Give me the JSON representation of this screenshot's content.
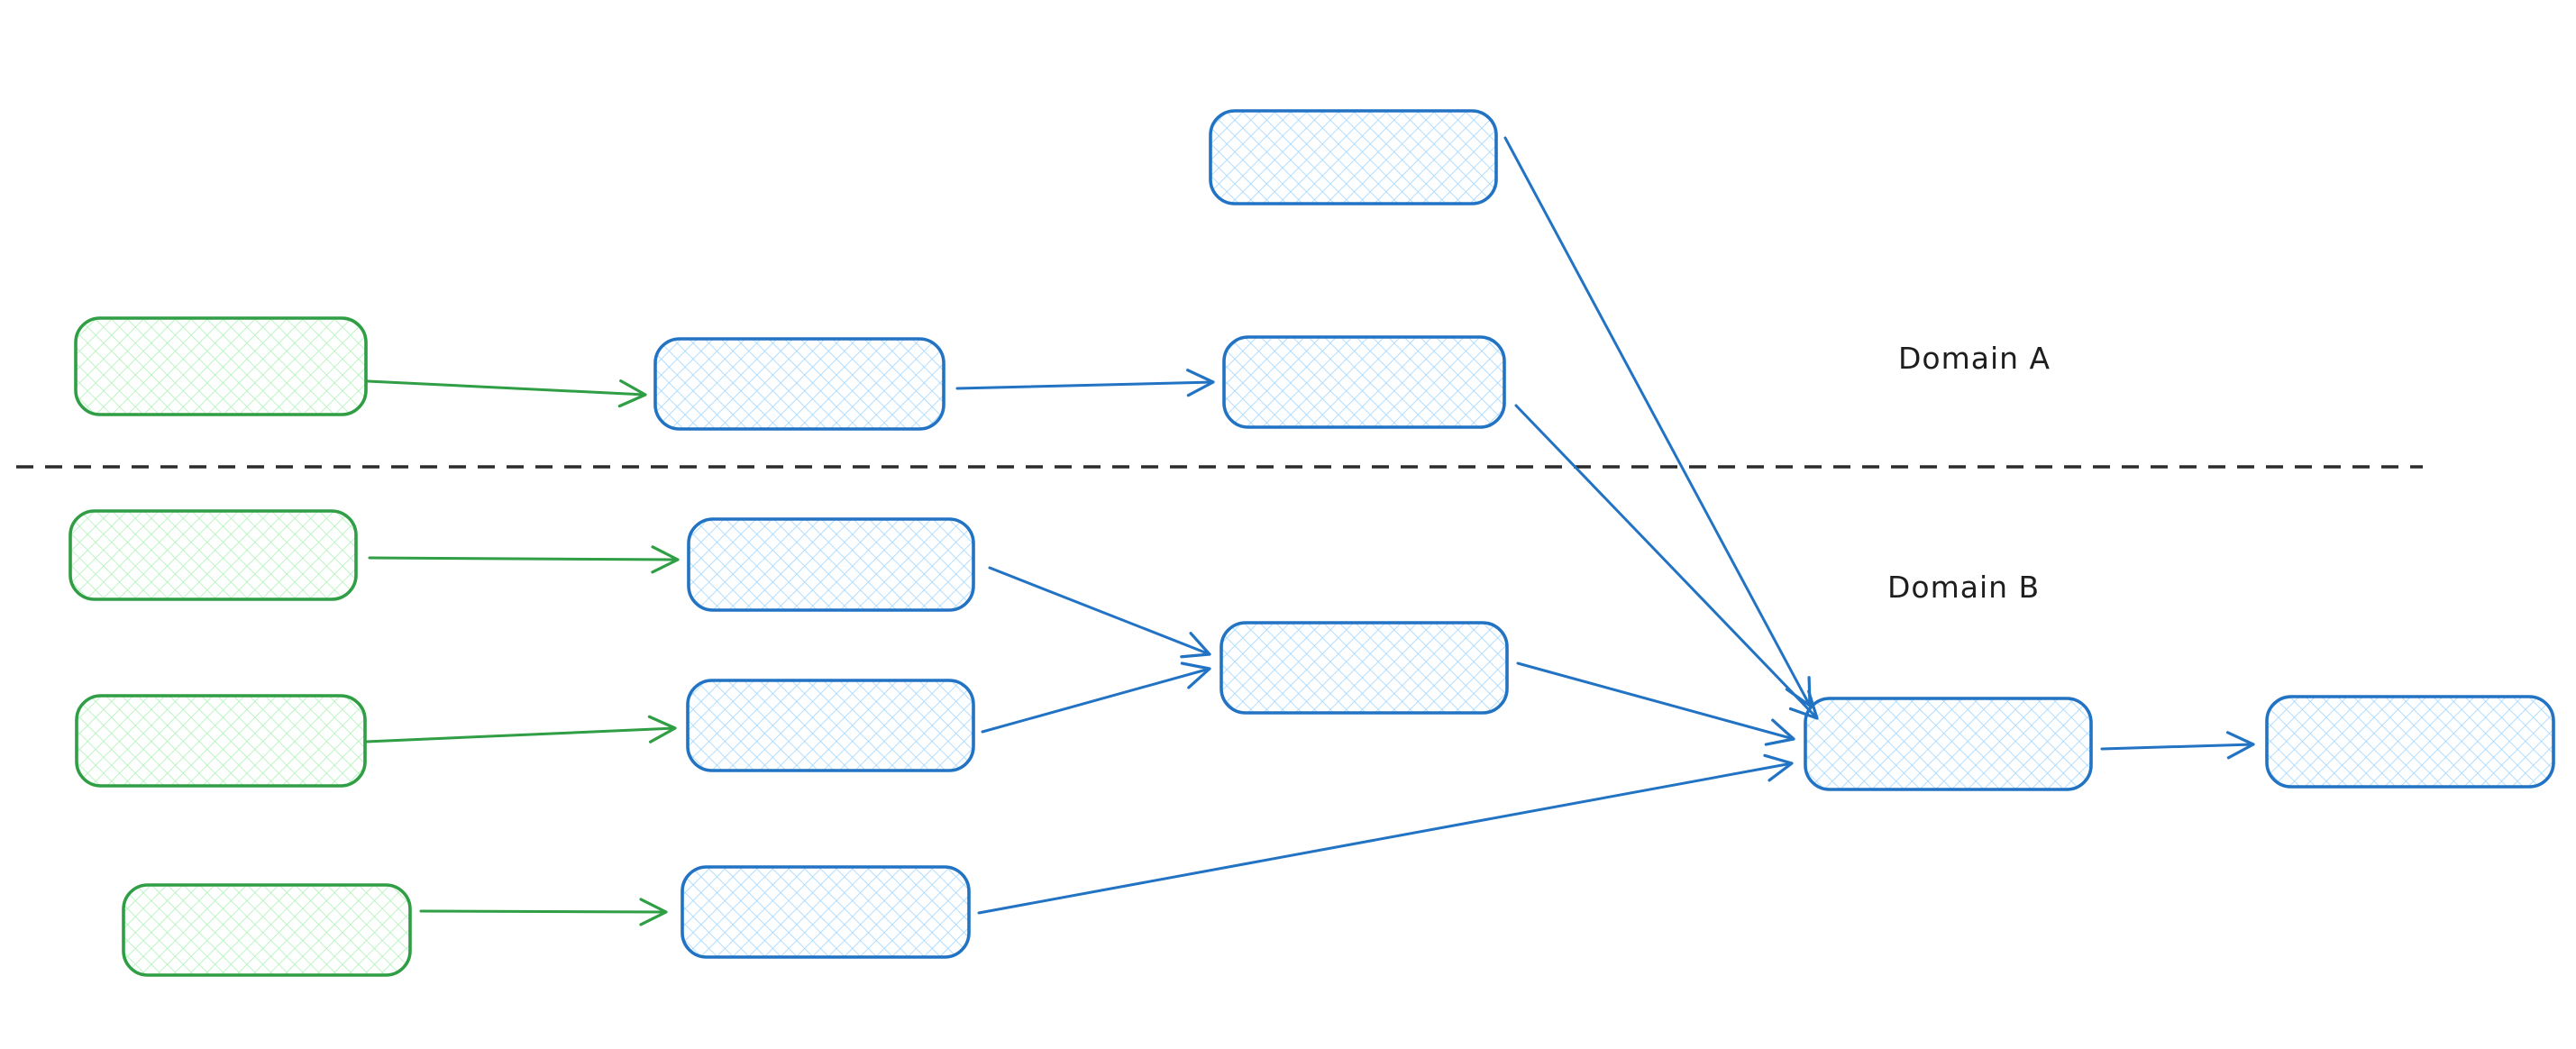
{
  "diagram": {
    "type": "flow-diagram-whiteboard",
    "regions": {
      "domain_a": {
        "label": "Domain A"
      },
      "domain_b": {
        "label": "Domain B"
      }
    },
    "divider": {
      "style": "dashed",
      "orientation": "horizontal"
    },
    "colors": {
      "canvas_bg": "#ffffff",
      "blue_stroke": "#2273c4",
      "blue_fill": "#a5d8ff",
      "green_stroke": "#2f9e44",
      "green_fill": "#b2f2bb",
      "label_color": "#1e1e1e",
      "divider_color": "#2b2b2b"
    },
    "nodes": [
      {
        "id": "a-side-source",
        "region": "domain_a",
        "color": "blue",
        "fill_pattern": "cross-hatch",
        "text": ""
      },
      {
        "id": "a-input",
        "region": "domain_a",
        "color": "green",
        "fill_pattern": "cross-hatch",
        "text": ""
      },
      {
        "id": "a-step-1",
        "region": "domain_a",
        "color": "blue",
        "fill_pattern": "cross-hatch",
        "text": ""
      },
      {
        "id": "a-step-2",
        "region": "domain_a",
        "color": "blue",
        "fill_pattern": "cross-hatch",
        "text": ""
      },
      {
        "id": "b-input-1",
        "region": "domain_b",
        "color": "green",
        "fill_pattern": "cross-hatch",
        "text": ""
      },
      {
        "id": "b-step-1",
        "region": "domain_b",
        "color": "blue",
        "fill_pattern": "cross-hatch",
        "text": ""
      },
      {
        "id": "b-input-2",
        "region": "domain_b",
        "color": "green",
        "fill_pattern": "cross-hatch",
        "text": ""
      },
      {
        "id": "b-step-2",
        "region": "domain_b",
        "color": "blue",
        "fill_pattern": "cross-hatch",
        "text": ""
      },
      {
        "id": "b-merge",
        "region": "domain_b",
        "color": "blue",
        "fill_pattern": "cross-hatch",
        "text": ""
      },
      {
        "id": "b-input-3",
        "region": "domain_b",
        "color": "green",
        "fill_pattern": "cross-hatch",
        "text": ""
      },
      {
        "id": "b-step-3",
        "region": "domain_b",
        "color": "blue",
        "fill_pattern": "cross-hatch",
        "text": ""
      },
      {
        "id": "b-sink",
        "region": "domain_b",
        "color": "blue",
        "fill_pattern": "cross-hatch",
        "text": ""
      },
      {
        "id": "b-output",
        "region": "domain_b",
        "color": "blue",
        "fill_pattern": "cross-hatch",
        "text": ""
      }
    ],
    "edges": [
      {
        "from": "a-input",
        "to": "a-step-1",
        "color": "green"
      },
      {
        "from": "a-step-1",
        "to": "a-step-2",
        "color": "blue"
      },
      {
        "from": "a-side-source",
        "to": "b-sink",
        "color": "blue"
      },
      {
        "from": "a-step-2",
        "to": "b-sink",
        "color": "blue"
      },
      {
        "from": "b-input-1",
        "to": "b-step-1",
        "color": "green"
      },
      {
        "from": "b-input-2",
        "to": "b-step-2",
        "color": "green"
      },
      {
        "from": "b-input-3",
        "to": "b-step-3",
        "color": "green"
      },
      {
        "from": "b-step-1",
        "to": "b-merge",
        "color": "blue"
      },
      {
        "from": "b-step-2",
        "to": "b-merge",
        "color": "blue"
      },
      {
        "from": "b-merge",
        "to": "b-sink",
        "color": "blue"
      },
      {
        "from": "b-step-3",
        "to": "b-sink",
        "color": "blue"
      },
      {
        "from": "b-sink",
        "to": "b-output",
        "color": "blue"
      }
    ]
  }
}
